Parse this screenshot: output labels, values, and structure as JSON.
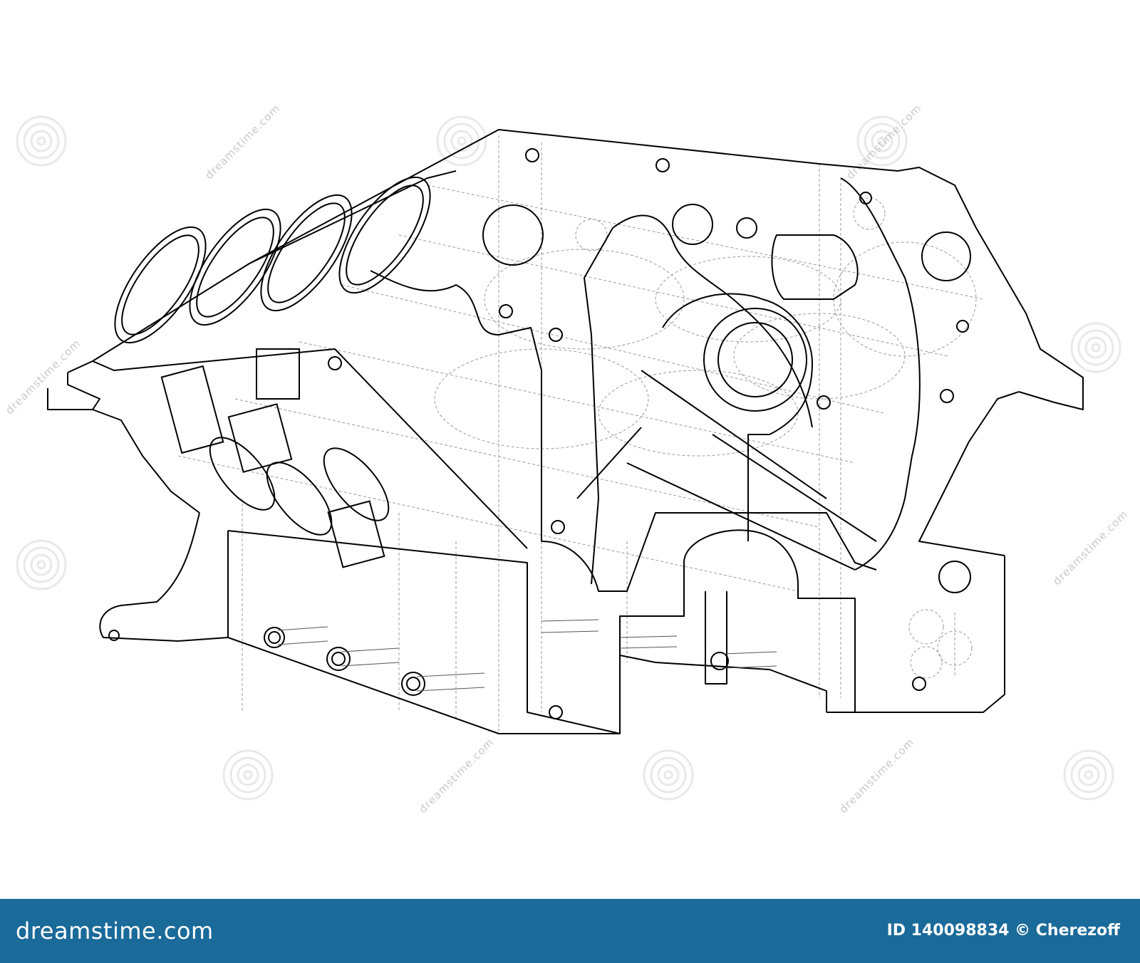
{
  "image": {
    "subject": "engine-block-wireframe",
    "line_color": "#000000",
    "background_color": "#ffffff"
  },
  "watermark": {
    "text": "dreamstime.com",
    "icon": "spiral-logo-icon",
    "color": "#c9c9c9"
  },
  "footer": {
    "brand": "dreamstime.com",
    "credit": "ID 140098834 © Cherezoff",
    "background_color": "#1a6a9a",
    "text_color": "#ffffff"
  }
}
